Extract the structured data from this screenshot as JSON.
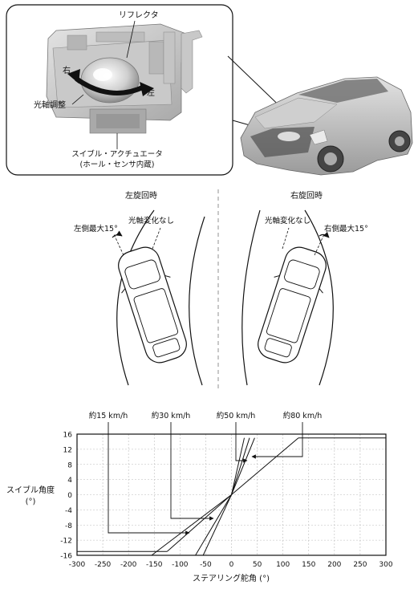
{
  "top_figure": {
    "reflector_label": "リフレクタ",
    "arrow_right_char": "右",
    "arrow_left_char": "左",
    "axis_adjust_label": "光軸調整",
    "actuator_label_line1": "スイブル・アクチュエータ",
    "actuator_label_line2": "(ホール・センサ内蔵)"
  },
  "turn_figure": {
    "left_title": "左旋回時",
    "right_title": "右旋回時",
    "left_max_label": "左側最大15°",
    "right_max_label": "右側最大15°",
    "no_change_left": "光軸変化なし",
    "no_change_right": "光軸変化なし"
  },
  "chart_data": {
    "type": "line",
    "title": "",
    "xlabel": "ステアリング舵角 (°)",
    "ylabel_line1": "スイブル角度",
    "ylabel_line2": "(°)",
    "xlim": [
      -300,
      300
    ],
    "ylim": [
      -16,
      16
    ],
    "x_ticks": [
      -300,
      -250,
      -200,
      -150,
      -100,
      -50,
      0,
      50,
      100,
      150,
      200,
      250,
      300
    ],
    "y_ticks": [
      16,
      12,
      8,
      4,
      0,
      -4,
      -8,
      -12,
      -16
    ],
    "grid": true,
    "series": [
      {
        "name": "約15 km/h",
        "points": [
          [
            -125,
            -15
          ],
          [
            0,
            0
          ],
          [
            25,
            15
          ]
        ]
      },
      {
        "name": "約30 km/h",
        "points": [
          [
            -70,
            -16
          ],
          [
            0,
            0
          ],
          [
            35,
            15
          ]
        ]
      },
      {
        "name": "約50 km/h",
        "points": [
          [
            -55,
            -16
          ],
          [
            0,
            0
          ],
          [
            45,
            15
          ]
        ]
      },
      {
        "name": "約80 km/h",
        "points": [
          [
            -155,
            -16
          ],
          [
            0,
            0
          ],
          [
            130,
            15
          ]
        ]
      }
    ],
    "plateau": 15,
    "annotations": [
      "約15 km/h",
      "約30 km/h",
      "約50 km/h",
      "約80 km/h"
    ]
  }
}
